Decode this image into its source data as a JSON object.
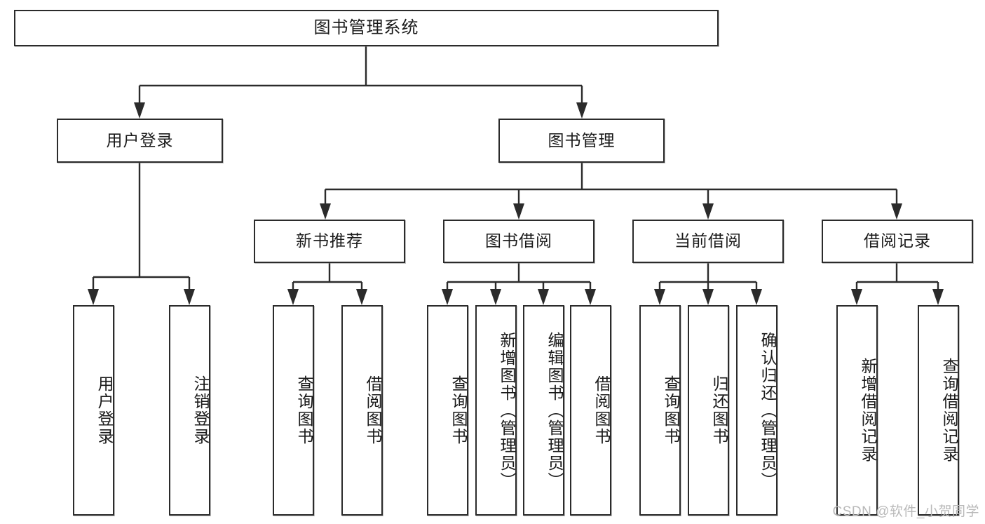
{
  "diagram": {
    "title": "图书管理系统",
    "type": "tree-hierarchy-flowchart",
    "arrow_style": "solid-filled-arrowhead",
    "box_border_color": "#2b2b2b",
    "background_color": "#ffffff",
    "text_color": "#1a1a1a"
  },
  "root": {
    "label": "图书管理系统"
  },
  "level2": [
    {
      "label": "用户登录"
    },
    {
      "label": "图书管理"
    }
  ],
  "level3": [
    {
      "label": "新书推荐"
    },
    {
      "label": "图书借阅"
    },
    {
      "label": "当前借阅"
    },
    {
      "label": "借阅记录"
    }
  ],
  "leaves": {
    "user_login": [
      {
        "label": "用户登录"
      },
      {
        "label": "注销登录"
      }
    ],
    "new_book_recommend": [
      {
        "label": "查询图书"
      },
      {
        "label": "借阅图书"
      }
    ],
    "book_borrow": [
      {
        "label": "查询图书"
      },
      {
        "label": "新增图书（管理员）"
      },
      {
        "label": "编辑图书（管理员）"
      },
      {
        "label": "借阅图书"
      }
    ],
    "current_borrow": [
      {
        "label": "查询图书"
      },
      {
        "label": "归还图书"
      },
      {
        "label": "确认归还（管理员）"
      }
    ],
    "borrow_record": [
      {
        "label": "新增借阅记录"
      },
      {
        "label": "查询借阅记录"
      }
    ]
  },
  "watermark": {
    "text": "CSDN @软件_小贺同学"
  }
}
